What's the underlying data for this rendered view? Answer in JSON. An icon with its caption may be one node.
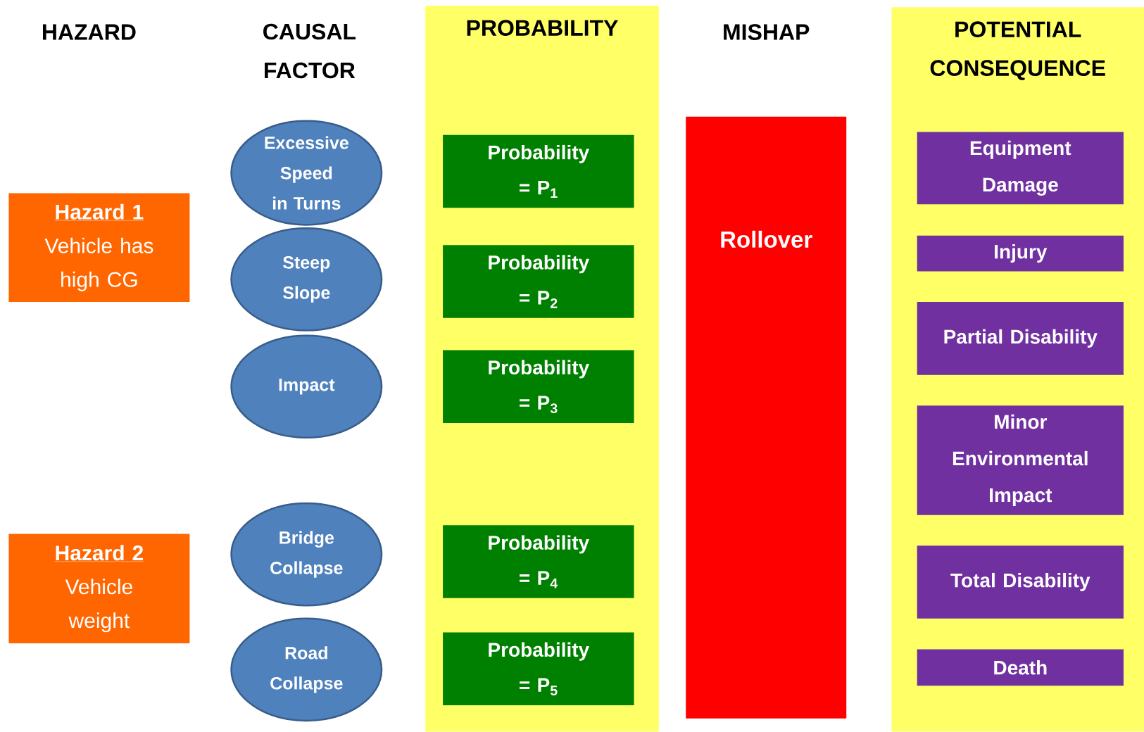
{
  "diagram": {
    "nodes": [
      {
        "text": [
          "Hazard 1",
          "Vehicle has high CG"
        ]
      },
      {
        "text": [
          "Hazard 2",
          "Vehicle weight"
        ]
      },
      {
        "text": [
          "Excessive Speed in Turns"
        ]
      },
      {
        "text": [
          "Steep Slope"
        ]
      },
      {
        "text": [
          "Impact"
        ]
      },
      {
        "text": [
          "Bridge Collapse"
        ]
      },
      {
        "text": [
          "Road Collapse"
        ]
      },
      {
        "text": [
          "PROBABILITY"
        ]
      },
      {
        "text": [
          "Probability = P$_{1}$"
        ],
        "in": 7
      },
      {
        "text": [
          "Probability = P$_{2}$"
        ],
        "in": 7
      },
      {
        "text": [
          "Probability = P$_{3}$"
        ],
        "in": 7
      },
      {
        "text": [
          "Probability = P$_{4}$"
        ],
        "in": 7
      },
      {
        "text": [
          "Probability = P$_{5}$"
        ],
        "in": 7
      },
      {
        "text": [
          "Rollover"
        ]
      },
      {
        "text": [
          "POTENTIAL CONSEQUENCE"
        ]
      },
      {
        "text": [
          "Equipment Damage"
        ],
        "in": 14
      },
      {
        "text": [
          "Injury"
        ],
        "in": 14
      },
      {
        "text": [
          "Partial Disability"
        ],
        "in": 14
      },
      {
        "text": [
          "Minor Environmental Impact"
        ],
        "in": 14
      },
      {
        "text": [
          "Total Disability"
        ],
        "in": 14
      },
      {
        "text": [
          "Death"
        ],
        "in": 14
      }
    ],
    "labels": [
      "HAZARD",
      "CAUSAL FACTOR",
      "MISHAP"
    ]
  }
}
